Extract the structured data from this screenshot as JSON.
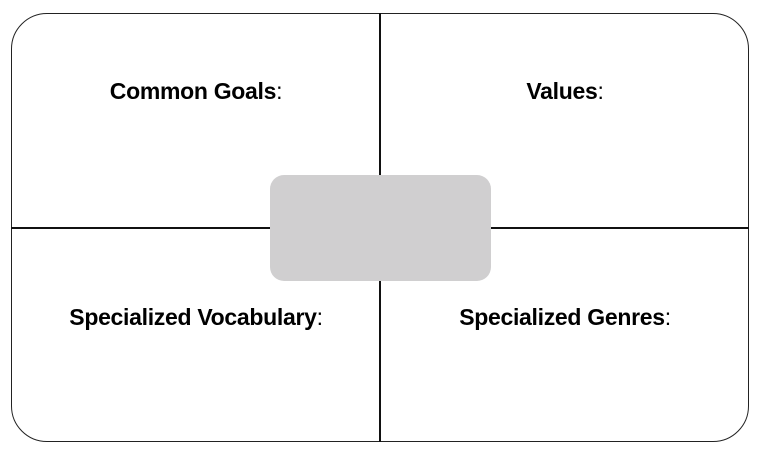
{
  "diagram": {
    "type": "four-quadrant organizer",
    "center_box": {
      "text": "",
      "color": "#d0cfd0"
    },
    "quadrants": [
      {
        "position": "top-left",
        "label": "Common Goals",
        "suffix": ":"
      },
      {
        "position": "top-right",
        "label": "Values",
        "suffix": ":"
      },
      {
        "position": "bottom-left",
        "label": "Specialized Vocabulary",
        "suffix": ":"
      },
      {
        "position": "bottom-right",
        "label": "Specialized Genres",
        "suffix": ":"
      }
    ]
  }
}
